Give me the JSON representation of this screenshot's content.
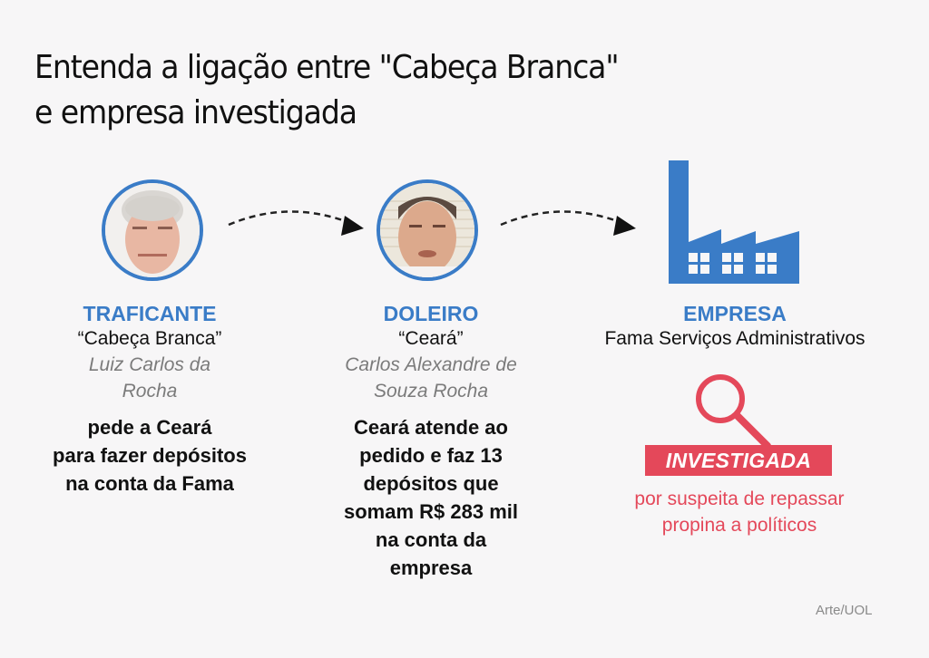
{
  "title": {
    "line1": "Entenda a ligação entre \"Cabeça Branca\"",
    "line2": "e empresa investigada"
  },
  "colors": {
    "accent_blue": "#3a7cc7",
    "alert_red": "#e4485a",
    "background": "#f7f6f7",
    "name_gray": "#7b7b7b"
  },
  "nodes": [
    {
      "role": "TRAFICANTE",
      "nickname": "“Cabeça Branca”",
      "name_line1": "Luiz Carlos da",
      "name_line2": "Rocha",
      "desc_lines": [
        "pede a Ceará",
        "para fazer depósitos",
        "na conta da Fama"
      ],
      "icon": "portrait-photo"
    },
    {
      "role": "DOLEIRO",
      "nickname": "“Ceará”",
      "name_line1": "Carlos Alexandre de",
      "name_line2": "Souza Rocha",
      "desc_lines": [
        "Ceará atende ao",
        "pedido e faz 13",
        "depósitos que",
        "somam R$ 283 mil",
        "na conta da",
        "empresa"
      ],
      "icon": "portrait-photo"
    },
    {
      "role": "EMPRESA",
      "company": "Fama Serviços Administrativos",
      "icon": "factory-icon",
      "status_icon": "magnifier-icon",
      "status_badge": "INVESTIGADA",
      "reason_line1": "por suspeita de repassar",
      "reason_line2": "propina a políticos"
    }
  ],
  "edges": [
    {
      "from": "TRAFICANTE",
      "to": "DOLEIRO",
      "style": "dashed-arrow"
    },
    {
      "from": "DOLEIRO",
      "to": "EMPRESA",
      "style": "dashed-arrow"
    }
  ],
  "credit": "Arte/UOL"
}
